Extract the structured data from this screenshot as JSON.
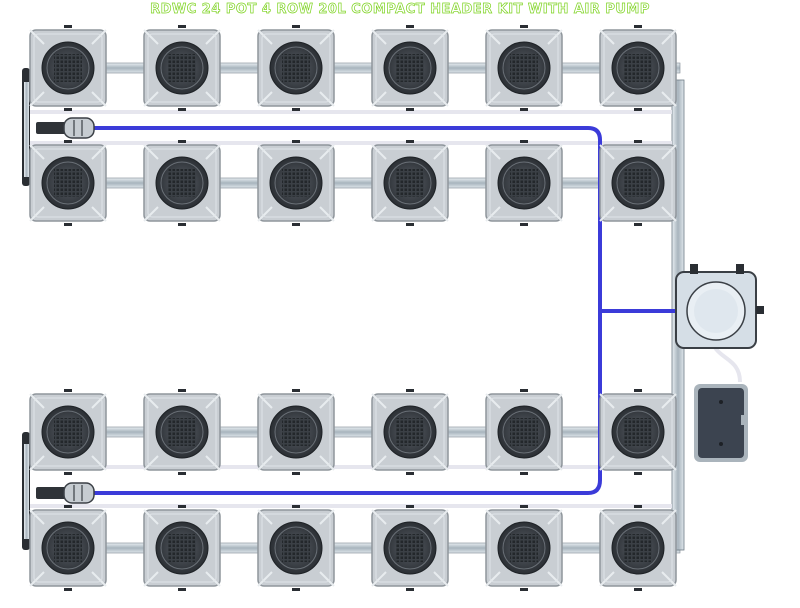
{
  "title": "RDWC 24 POT 4 ROW 20L COMPACT HEADER KIT WITH AIR PUMP",
  "rows": [
    {
      "name": "row-1",
      "pots": 6
    },
    {
      "name": "row-2",
      "pots": 6
    },
    {
      "name": "row-3",
      "pots": 6
    },
    {
      "name": "row-4",
      "pots": 6
    }
  ],
  "components": [
    "pot",
    "header-tank",
    "air-pump",
    "pump",
    "pipe",
    "air-line"
  ],
  "colors": {
    "title": "#7ed321",
    "pot_body": "#c9ced3",
    "pot_edge": "#8f969c",
    "pot_lid": "#3a3f45",
    "pipe": "#b9c4cc",
    "air_line": "#3b3bd9",
    "air_pump": "#3c4450",
    "header_tank": "#d5dee6"
  }
}
